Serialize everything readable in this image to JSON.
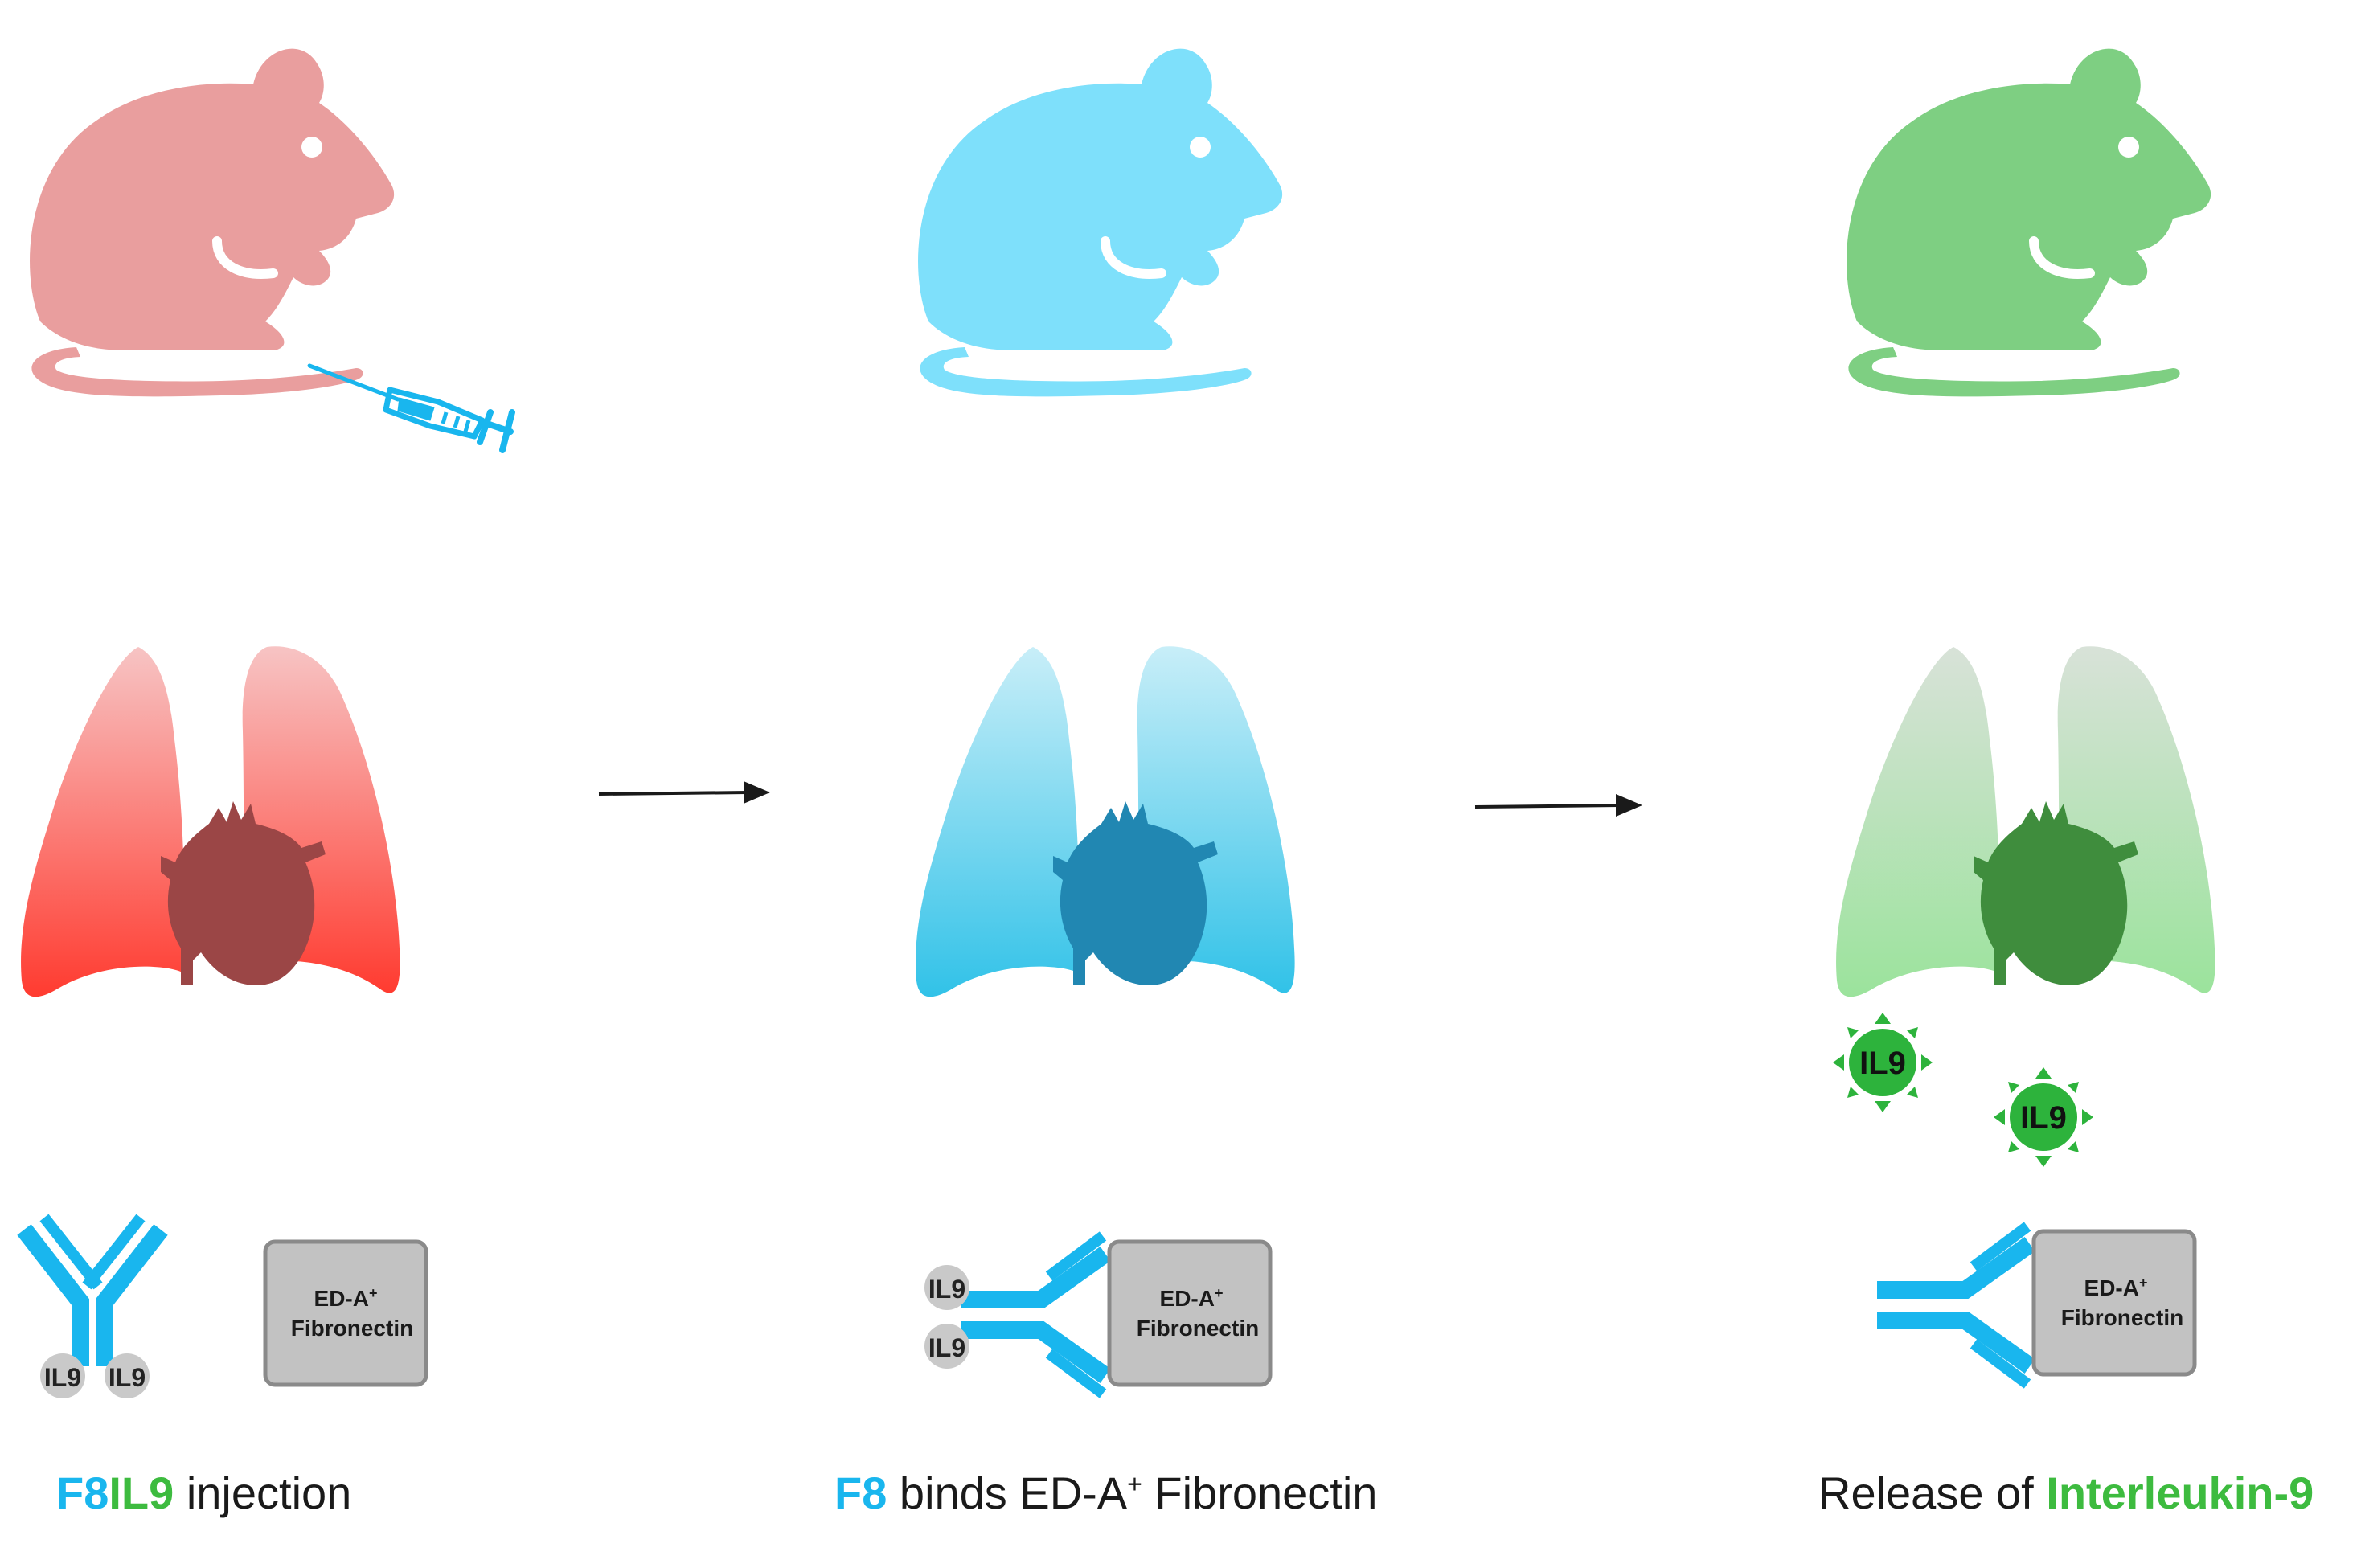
{
  "colors": {
    "stage1": "#E99E9E",
    "stage2": "#7EE0FB",
    "stage3": "#7ECF82",
    "antibody": "#19B6EE",
    "fibronectin_fill": "#C2C2C2",
    "fibronectin_stroke": "#8A8A8A",
    "il9_grey": "#C9C9C9",
    "il9_green": "#2DB33C",
    "caption_blue": "#19B6EE",
    "caption_green": "#3DBB3F"
  },
  "icons": [
    "mouse-icon",
    "syringe-icon",
    "lungs-icon",
    "heart-icon",
    "antibody-icon",
    "arrow-right-icon"
  ],
  "fibronectin": {
    "line1": "ED-A",
    "sup": "+",
    "line2": "Fibronectin"
  },
  "il9": "IL9",
  "captions": {
    "stage1": {
      "part1": "F8",
      "part2": "IL9",
      "part3": " injection"
    },
    "stage2": {
      "part1": "F8",
      "part2": " binds ED-A",
      "sup": "+",
      "part3": " Fibronectin"
    },
    "stage3": {
      "part1": "Release of ",
      "part2": "Interleukin-9"
    }
  }
}
